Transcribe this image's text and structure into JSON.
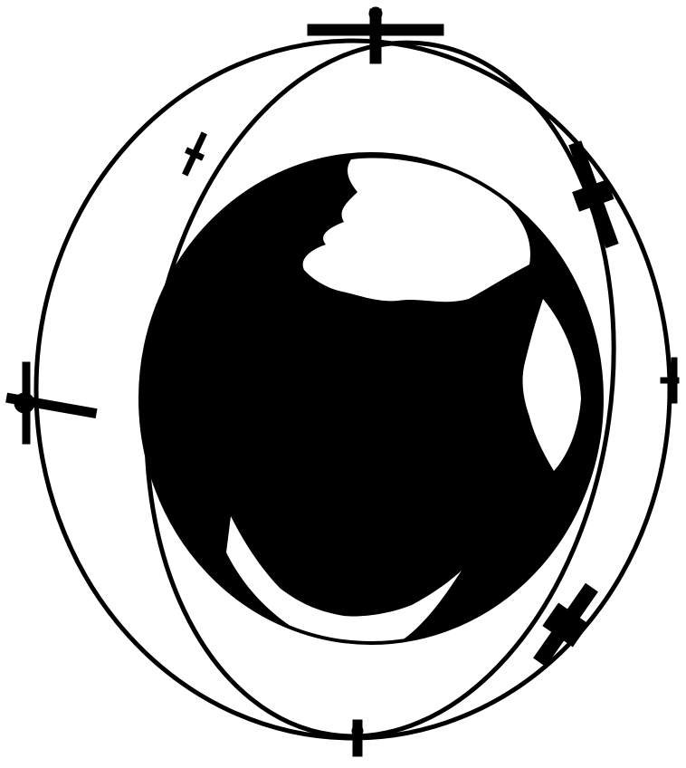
{
  "figure": {
    "ink_color": "#000000",
    "paper_color": "#ffffff",
    "elements": [
      "earth-globe",
      "orbit-ellipse",
      "satellite"
    ]
  }
}
